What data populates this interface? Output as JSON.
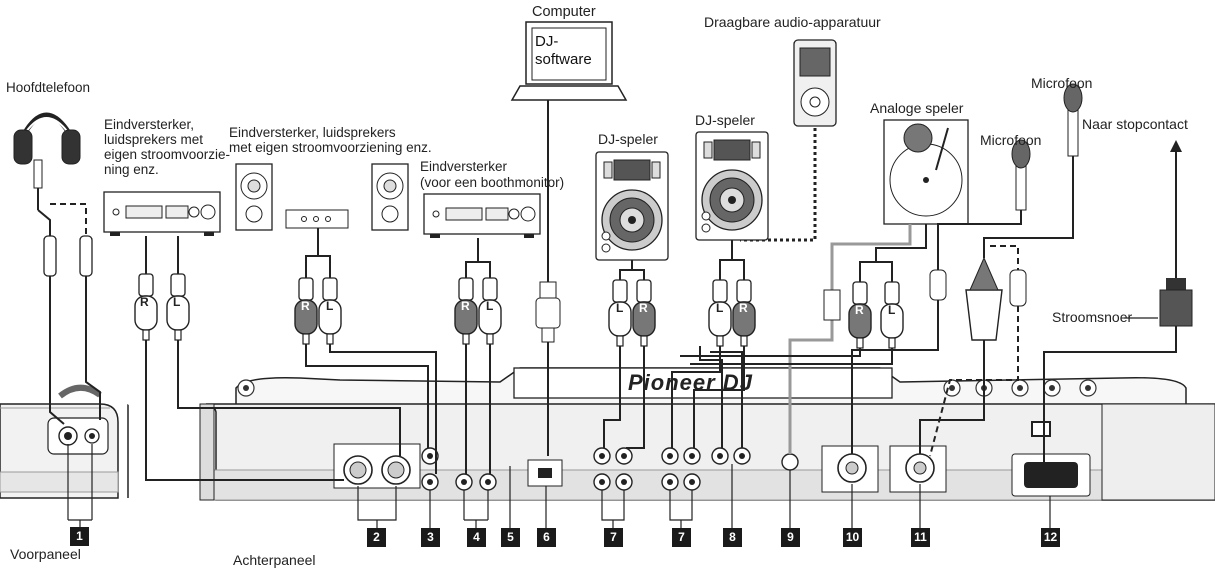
{
  "labels": {
    "hoofdtelefoon": "Hoofdtelefoon",
    "computer": "Computer",
    "draagbare": "Draagbare audio-apparatuur",
    "eind1_l1": "Eindversterker,",
    "eind1_l2": "luidsprekers met",
    "eind1_l3": "eigen stroomvoorzie-",
    "eind1_l4": "ning enz.",
    "eind2_l1": "Eindversterker, luidsprekers",
    "eind2_l2": "met eigen stroomvoorziening enz.",
    "eind3_l1": "Eindversterker",
    "eind3_l2": "(voor een boothmonitor)",
    "djspeler1": "DJ-speler",
    "djspeler2": "DJ-speler",
    "analoge": "Analoge speler",
    "microfoon1": "Microfoon",
    "microfoon2": "Microfoon",
    "stopcontact": "Naar stopcontact",
    "stroomsnoer": "Stroomsnoer",
    "voorpaneel": "Voorpaneel",
    "achterpaneel": "Achterpaneel",
    "screen_l1": "DJ-",
    "screen_l2": "software",
    "brand": "Pioneer DJ"
  },
  "plug_letters": {
    "R": "R",
    "L": "L"
  },
  "numbers": [
    "1",
    "2",
    "3",
    "4",
    "5",
    "6",
    "7",
    "7",
    "8",
    "9",
    "10",
    "11",
    "12"
  ]
}
